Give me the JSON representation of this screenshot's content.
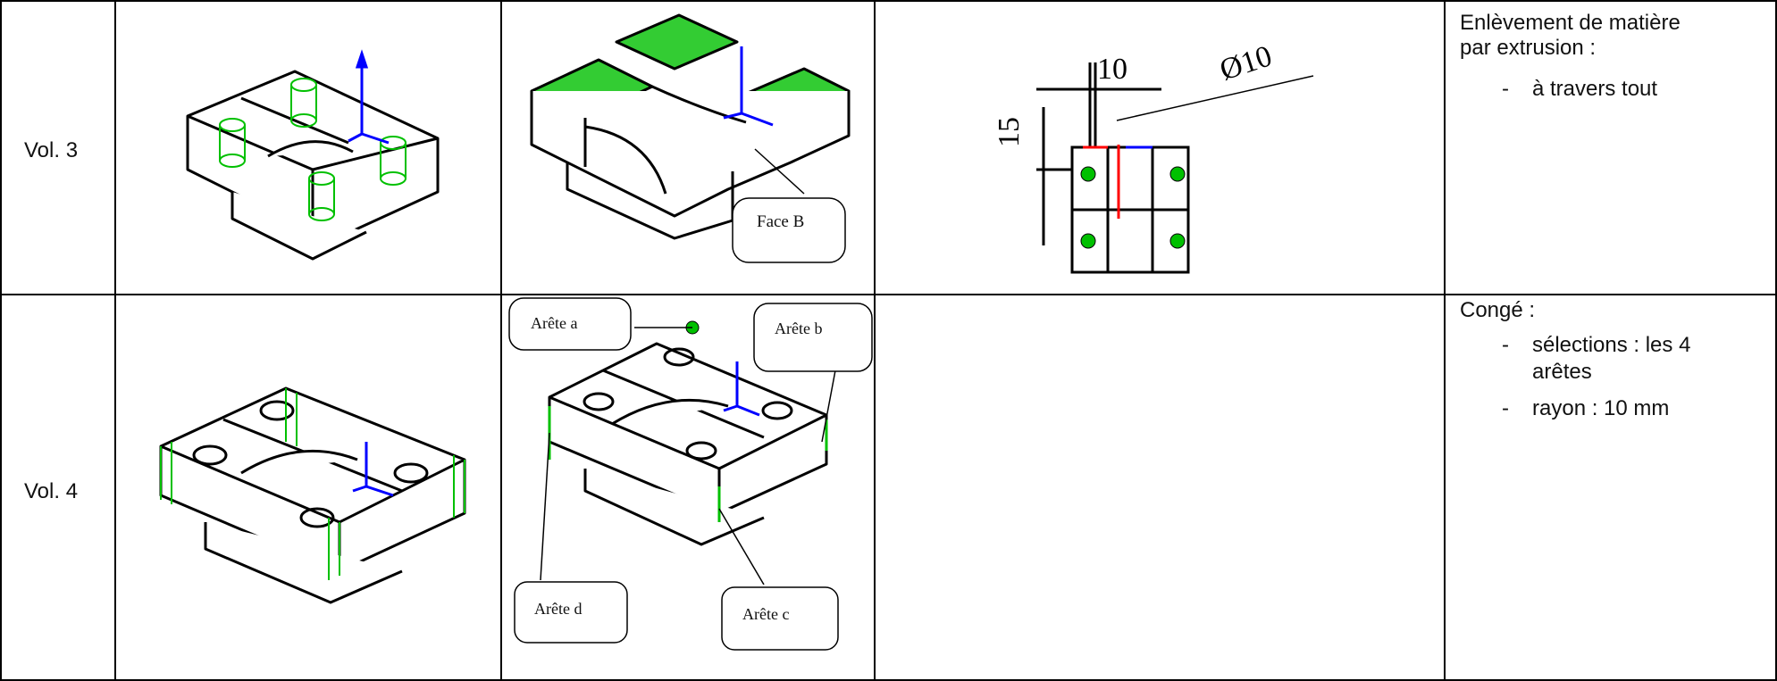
{
  "rows": [
    {
      "label": "Vol. 3",
      "callouts": {
        "face": "Face B"
      },
      "dims": {
        "width": "10",
        "height": "15",
        "diameter": "Ø10"
      },
      "description": {
        "title_line1": "Enlèvement de matière",
        "title_line2": "par extrusion :",
        "bullets": [
          "à travers tout"
        ]
      }
    },
    {
      "label": "Vol. 4",
      "callouts": {
        "a": "Arête  a",
        "b": "Arête b",
        "c": "Arête c",
        "d": "Arête d"
      },
      "description": {
        "title_line1": "Congé :",
        "bullets": [
          "sélections : les 4",
          "arêtes",
          "rayon : 10 mm"
        ]
      }
    }
  ],
  "colors": {
    "green": "#00c000",
    "blue": "#0000ff",
    "red": "#ff0000"
  },
  "icons": [
    "part-3d-icon",
    "sketch-drawing-icon",
    "callout-bubble-icon"
  ]
}
